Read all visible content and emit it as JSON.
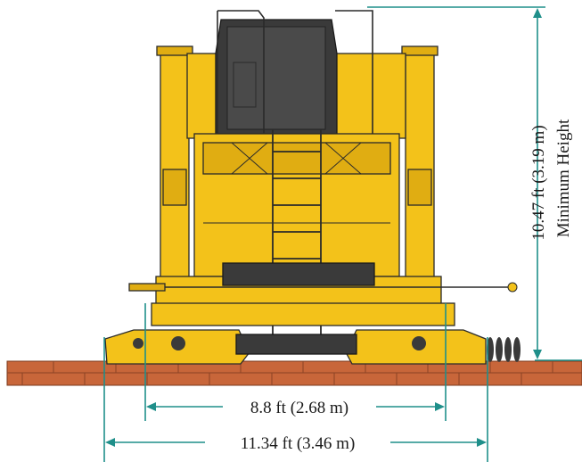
{
  "dimensions": {
    "height_value": "10.47 ft (3.19 m)",
    "height_caption": "Minimum Height",
    "inner_width": "8.8 ft (2.68 m)",
    "outer_width": "11.34 ft (3.46 m)"
  },
  "colors": {
    "machine_yellow": "#f3c21a",
    "cab_dark": "#3a3a3a",
    "ground_brick": "#c8663a",
    "dimension_line": "#1f8f8a"
  }
}
